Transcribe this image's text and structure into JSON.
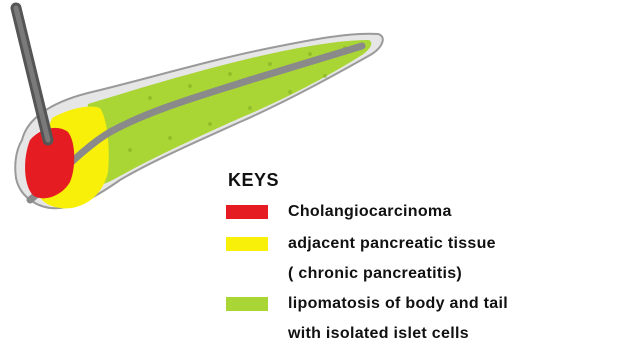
{
  "legend": {
    "title": "KEYS",
    "items": [
      {
        "color": "#e51d23",
        "lines": [
          "Cholangiocarcinoma"
        ]
      },
      {
        "color": "#f8f008",
        "lines": [
          "adjacent pancreatic tissue",
          "( chronic pancreatitis)"
        ]
      },
      {
        "color": "#a9d535",
        "lines": [
          "lipomatosis of body and tail",
          "with isolated islet cells"
        ]
      }
    ]
  },
  "colors": {
    "tumor": "#e51d23",
    "chronic_pancreatitis": "#f8f008",
    "lipomatosis": "#a9d535",
    "duct": "#8a8a8a",
    "capsule": "#e6e6e6"
  }
}
